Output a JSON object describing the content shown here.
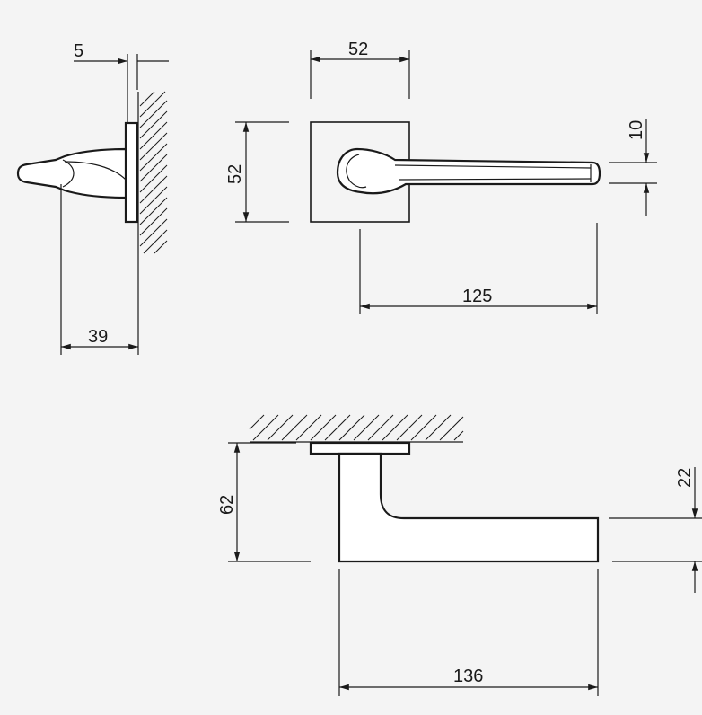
{
  "drawing": {
    "colors": {
      "line": "#1a1a1a",
      "background": "#f4f4f4",
      "part_fill": "#ffffff"
    },
    "side_view": {
      "rose_thickness": "5",
      "projection": "39"
    },
    "front_view": {
      "rose_width": "52",
      "rose_height": "52",
      "lever_thickness": "10",
      "lever_length": "125"
    },
    "top_view": {
      "height": "62",
      "lever_width": "22",
      "overall_length": "136"
    }
  }
}
